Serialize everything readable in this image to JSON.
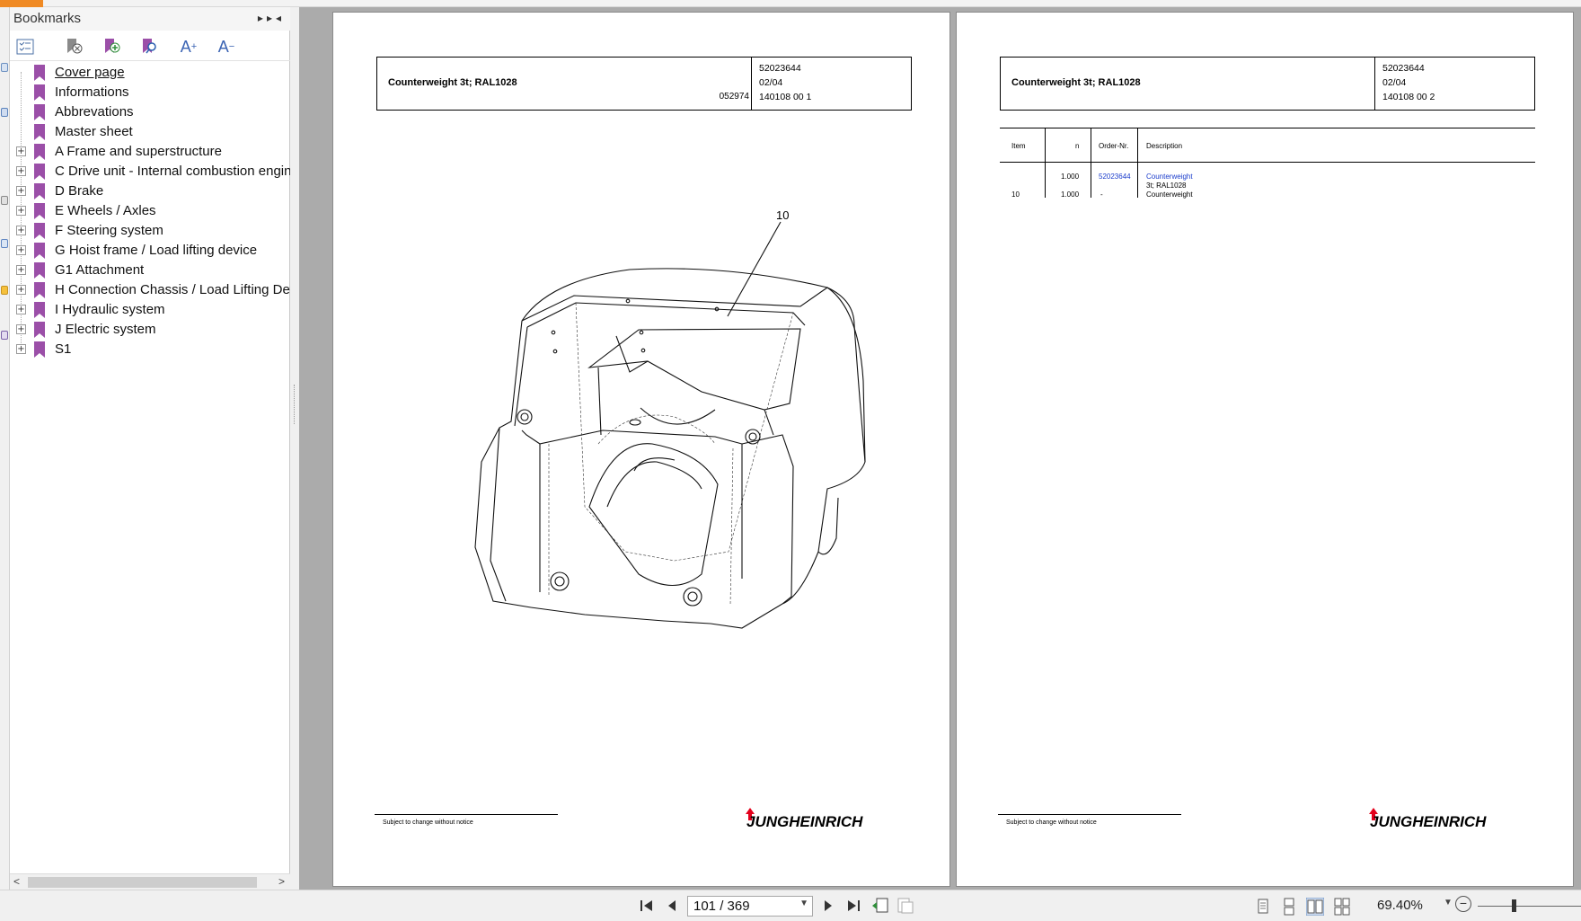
{
  "bookmarks": {
    "title": "Bookmarks",
    "toolbar": {
      "icons": [
        "expand-all-icon",
        "delete-bookmark-icon",
        "add-bookmark-icon",
        "find-bookmark-icon",
        "increase-font-icon",
        "decrease-font-icon"
      ],
      "increase_font_label": "A",
      "increase_font_sup": "+",
      "decrease_font_label": "A",
      "decrease_font_sup": "−"
    },
    "items": [
      {
        "label": "Cover page",
        "expandable": false
      },
      {
        "label": "Informations",
        "expandable": false
      },
      {
        "label": "Abbrevations",
        "expandable": false
      },
      {
        "label": "Master sheet",
        "expandable": false
      },
      {
        "label": "A Frame and superstructure",
        "expandable": true
      },
      {
        "label": "C Drive unit - Internal combustion engine",
        "expandable": true
      },
      {
        "label": "D Brake",
        "expandable": true
      },
      {
        "label": "E Wheels / Axles",
        "expandable": true
      },
      {
        "label": "F Steering system",
        "expandable": true
      },
      {
        "label": "G Hoist frame / Load lifting device",
        "expandable": true
      },
      {
        "label": "G1 Attachment",
        "expandable": true
      },
      {
        "label": "H Connection Chassis / Load Lifting Device",
        "expandable": true
      },
      {
        "label": "I Hydraulic system",
        "expandable": true
      },
      {
        "label": "J Electric system",
        "expandable": true
      },
      {
        "label": "S1",
        "expandable": true
      }
    ]
  },
  "pages": [
    {
      "header": {
        "title": "Counterweight 3t; RAL1028",
        "ref": "052974",
        "part_no": "52023644",
        "edition": "02/04",
        "sheet": "140108 00 1"
      },
      "callout": "10",
      "footer": {
        "note": "Subject to change without notice",
        "brand": "JUNGHEINRICH"
      }
    },
    {
      "header": {
        "title": "Counterweight 3t; RAL1028",
        "part_no": "52023644",
        "edition": "02/04",
        "sheet": "140108 00 2"
      },
      "table": {
        "headers": {
          "item": "Item",
          "n": "n",
          "order": "Order-Nr.",
          "desc": "Description"
        },
        "rows": [
          {
            "item": "",
            "n": "1.000",
            "order": "52023644",
            "desc": "Counterweight",
            "desc2": "3t; RAL1028"
          },
          {
            "item": "10",
            "n": "1.000",
            "order": "-",
            "desc": "Counterweight",
            "desc2": ""
          }
        ]
      },
      "footer": {
        "note": "Subject to change without notice",
        "brand": "JUNGHEINRICH"
      }
    }
  ],
  "statusbar": {
    "page_display": "101 / 369",
    "zoom": "69.40%"
  },
  "colors": {
    "accent_orange": "#f08a24",
    "bookmark_flag": "#9b4fa8",
    "link_blue": "#1a3ccc",
    "brand_red": "#e3001b"
  }
}
